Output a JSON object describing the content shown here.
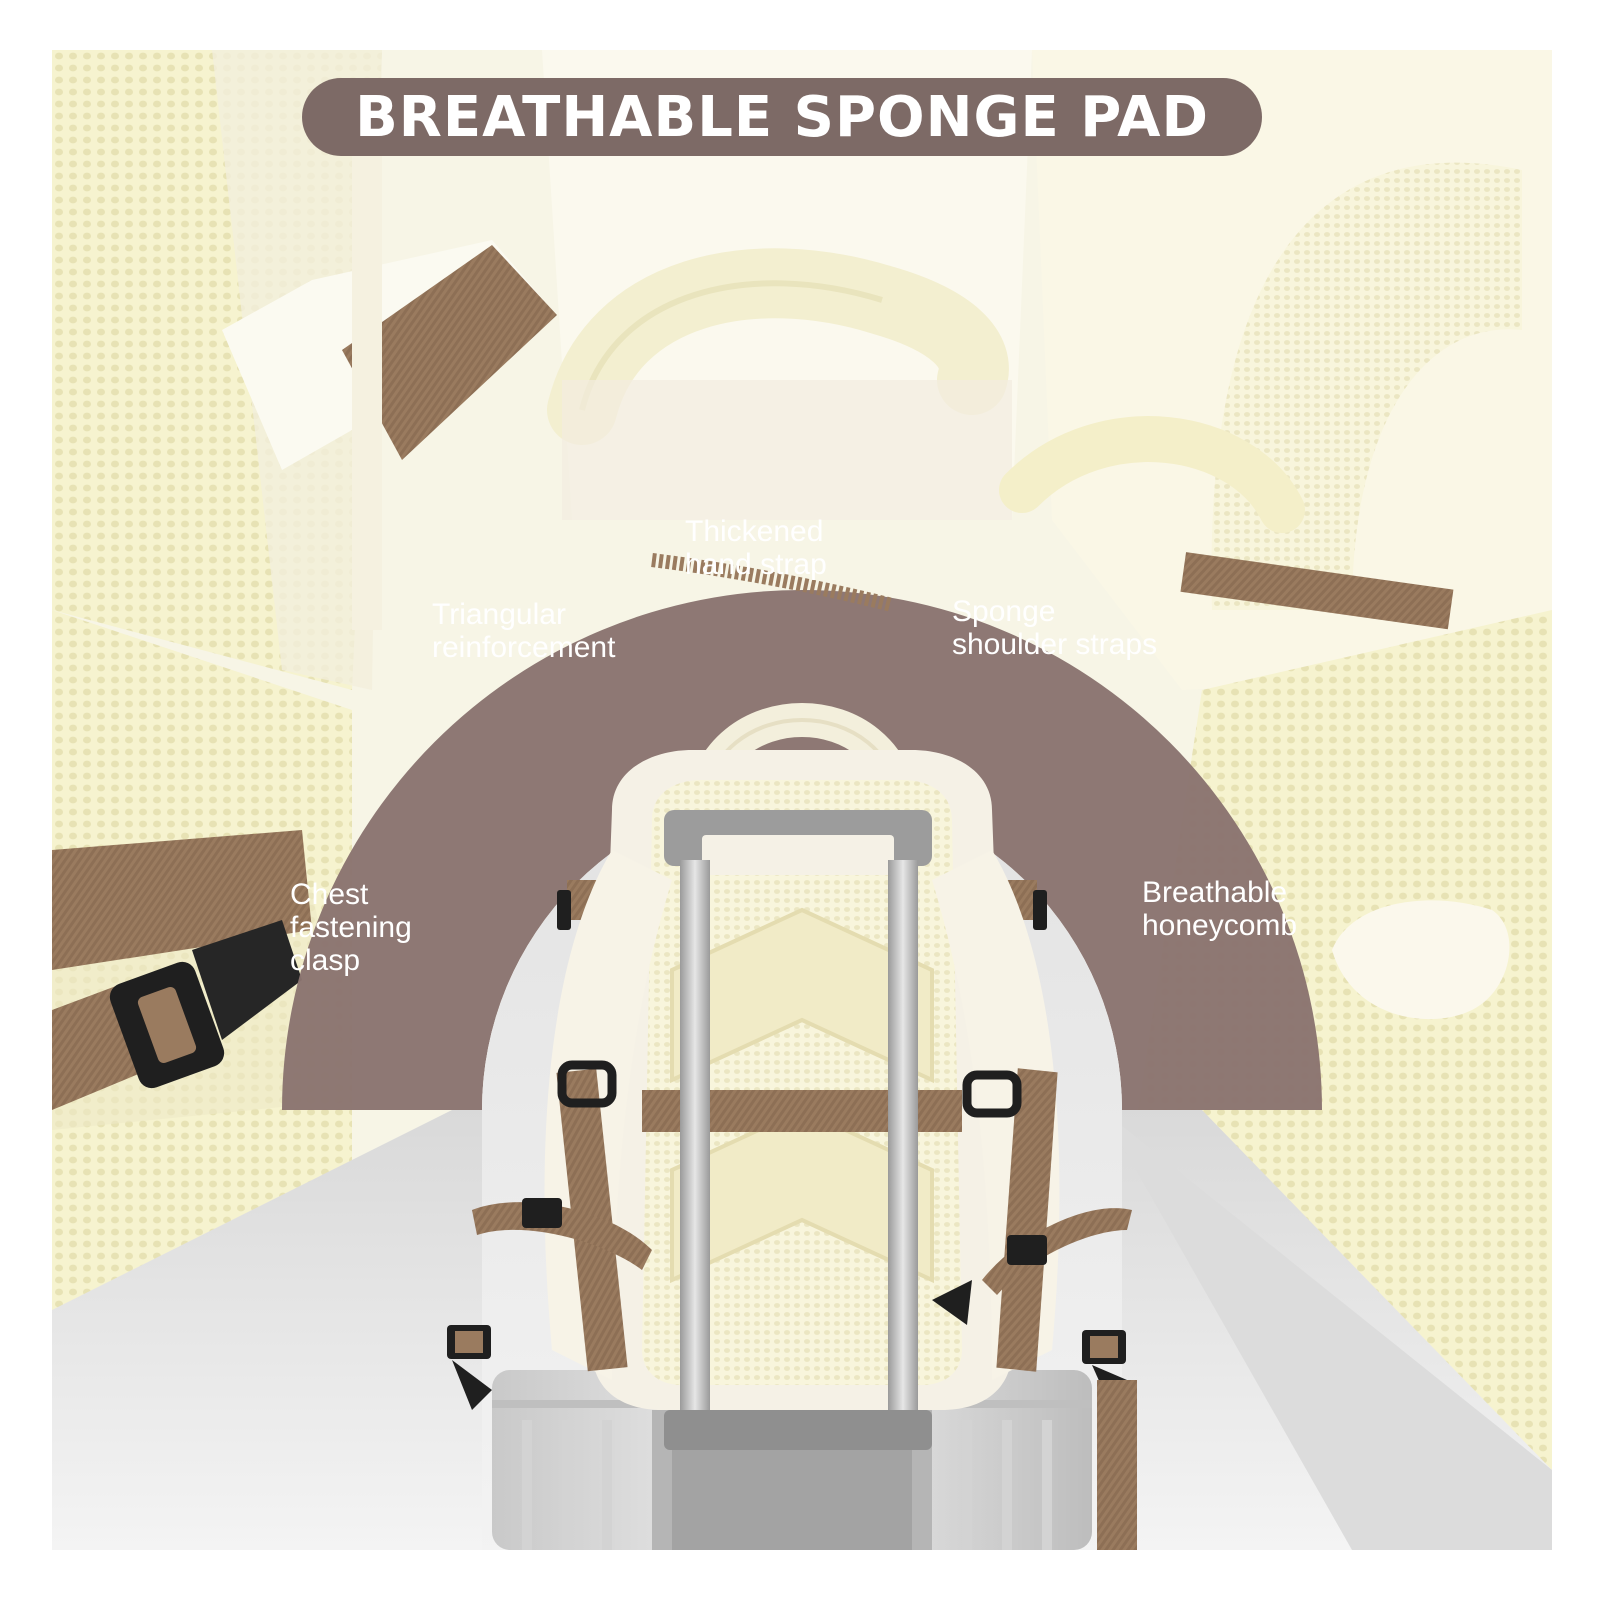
{
  "banner": {
    "title": "BREATHABLE SPONGE PAD"
  },
  "callouts": {
    "thickened_hand_strap": "Thickened\nhand strap",
    "triangular_reinforcement": "Triangular\nreinforcement",
    "sponge_shoulder_straps": "Sponge\nshoulder straps",
    "chest_fastening_clasp": "Chest\nfastening\nclasp",
    "breathable_honeycomb": "Breathable\nhoneycomb"
  },
  "colors": {
    "arch": "#8a7470",
    "title_pill": "#7d6a66",
    "cream_fabric": "#f5f1dd",
    "cream_mesh": "#f2efc8",
    "strap_brown": "#9a7a5e",
    "buckle_black": "#1f1f1f",
    "handle_gray": "#a9a9a9",
    "label_text": "#ffffff"
  }
}
